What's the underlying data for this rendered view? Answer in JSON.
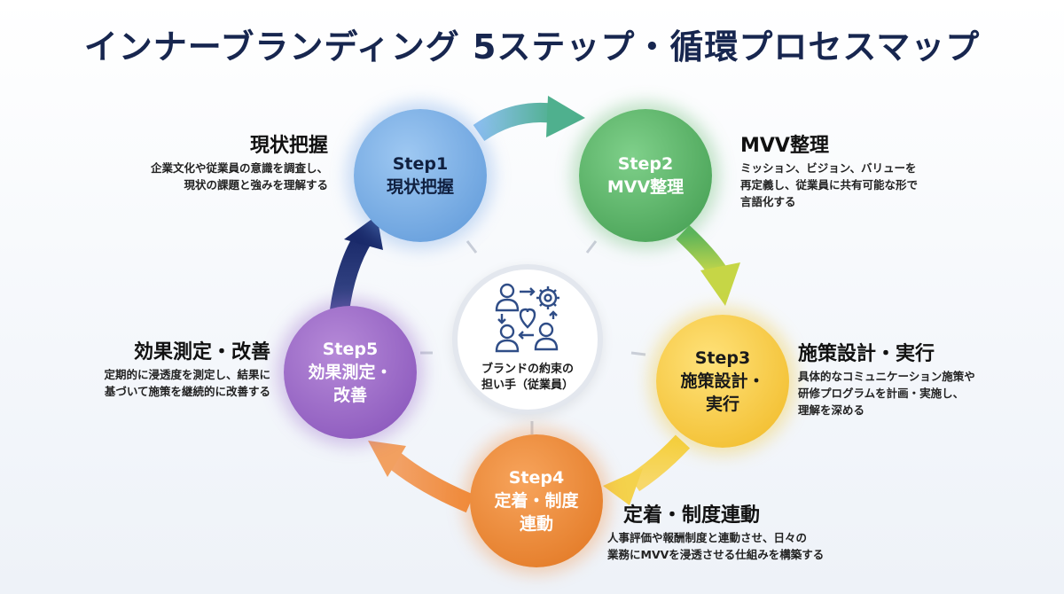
{
  "title": "インナーブランディング 5ステップ・循環プロセスマップ",
  "center": {
    "icon": "team-heart-gear-icon",
    "line1": "ブランドの約束の",
    "line2": "担い手（従業員）"
  },
  "steps": [
    {
      "label": "Step1",
      "name": "現状把握",
      "color": "#6aa3e0",
      "desc_title": "現状把握",
      "desc_lines": [
        "企業文化や従業員の意識を調査し、",
        "現状の課題と強みを理解する"
      ]
    },
    {
      "label": "Step2",
      "name": "MVV整理",
      "color": "#4caf5a",
      "desc_title": "MVV整理",
      "desc_lines": [
        "ミッション、ビジョン、バリューを",
        "再定義し、従業員に共有可能な形で",
        "言語化する"
      ]
    },
    {
      "label": "Step3",
      "name_line1": "施策設計・",
      "name_line2": "実行",
      "color": "#f5c23a",
      "desc_title": "施策設計・実行",
      "desc_lines": [
        "具体的なコミュニケーション施策や",
        "研修プログラムを計画・実施し、",
        "理解を深める"
      ]
    },
    {
      "label": "Step4",
      "name_line1": "定着・制度",
      "name_line2": "連動",
      "color": "#ea8632",
      "desc_title": "定着・制度連動",
      "desc_lines": [
        "人事評価や報酬制度と連動させ、日々の",
        "業務にMVVを浸透させる仕組みを構築する"
      ]
    },
    {
      "label": "Step5",
      "name_line1": "効果測定・",
      "name_line2": "改善",
      "color": "#9461c6",
      "desc_title": "効果測定・改善",
      "desc_lines": [
        "定期的に浸透度を測定し、結果に",
        "基づいて施策を継続的に改善する"
      ]
    }
  ]
}
